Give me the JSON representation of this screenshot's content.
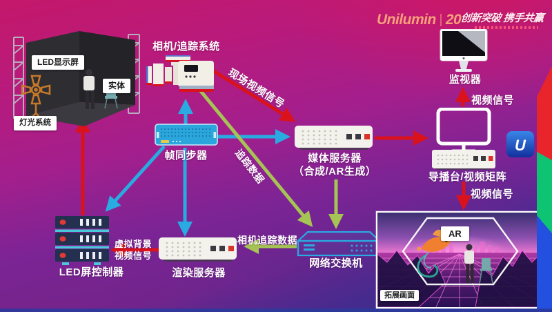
{
  "header": {
    "brand": "Unilumin",
    "anniversary": "20",
    "slogan": "创新突破 携手共赢"
  },
  "stage": {
    "led_screen": "LED显示屏",
    "entity": "实体",
    "lighting": "灯光系统"
  },
  "nodes": {
    "camera": "相机/追踪系统",
    "frame_sync": "帧同步器",
    "media_server": "媒体服务器",
    "media_server_sub": "（合成/AR生成）",
    "monitor": "监视器",
    "switcher": "导播台/视频矩阵",
    "network_switch": "网络交换机",
    "render_server": "渲染服务器",
    "led_controller": "LED屏控制器"
  },
  "edges": {
    "live_video": "现场视频信号",
    "tracking_data": "追踪数据",
    "video_to_monitor": "视频信号",
    "video_to_ar": "视频信号",
    "camera_tracking": "相机追踪数据",
    "virtual_bg_1": "虚拟背景",
    "virtual_bg_2": "视频信号"
  },
  "ar_preview": {
    "badge": "AR",
    "caption": "拓展画面"
  },
  "colors": {
    "red": "#d9121c",
    "cyan": "#29abe2",
    "green": "#a6c454",
    "stripe_red": "#e8252b",
    "stripe_green": "#0ec473",
    "stripe_blue": "#2450e0"
  }
}
